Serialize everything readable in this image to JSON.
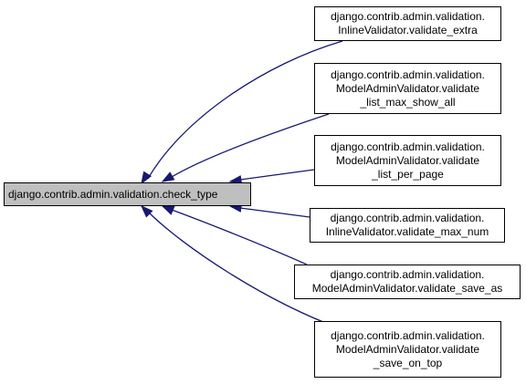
{
  "colors": {
    "edge": "#191970",
    "root_fill": "#bfbfbf",
    "node_fill": "#ffffff",
    "border": "#000000"
  },
  "root": {
    "label": "django.contrib.admin.validation.check_type"
  },
  "callers": [
    {
      "lines": [
        "django.contrib.admin.validation.",
        "InlineValidator.validate_extra"
      ]
    },
    {
      "lines": [
        "django.contrib.admin.validation.",
        "ModelAdminValidator.validate",
        "_list_max_show_all"
      ]
    },
    {
      "lines": [
        "django.contrib.admin.validation.",
        "ModelAdminValidator.validate",
        "_list_per_page"
      ]
    },
    {
      "lines": [
        "django.contrib.admin.validation.",
        "InlineValidator.validate_max_num"
      ]
    },
    {
      "lines": [
        "django.contrib.admin.validation.",
        "ModelAdminValidator.validate_save_as"
      ]
    },
    {
      "lines": [
        "django.contrib.admin.validation.",
        "ModelAdminValidator.validate",
        "_save_on_top"
      ]
    }
  ]
}
